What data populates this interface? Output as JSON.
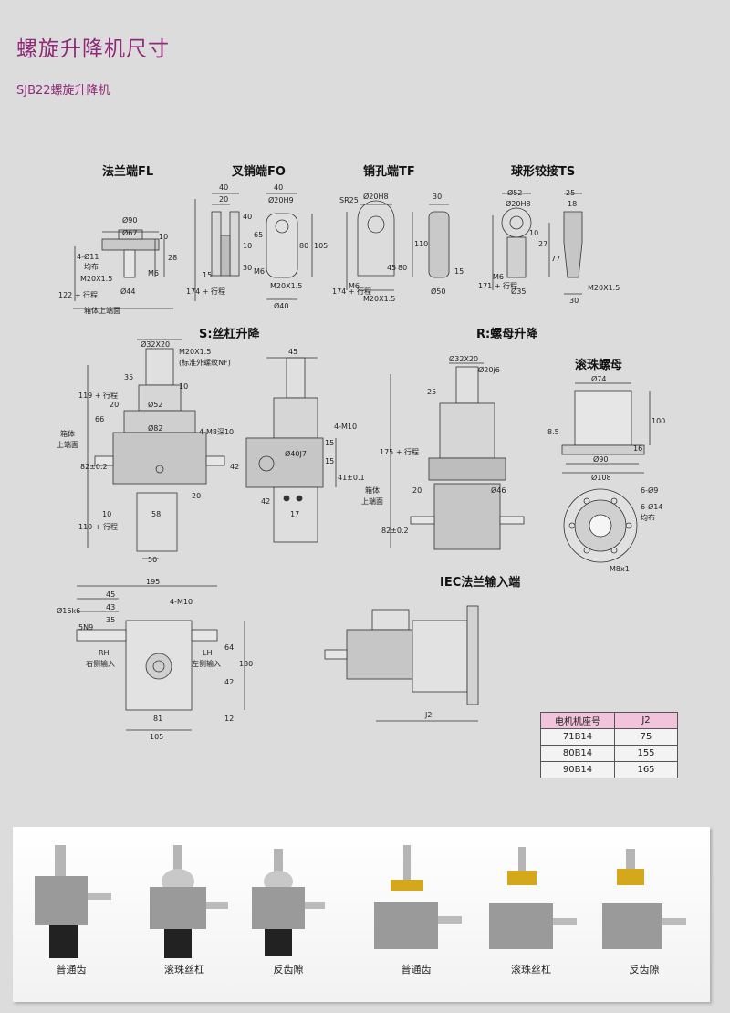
{
  "page": {
    "title": "螺旋升降机尺寸",
    "subtitle": "SJB22螺旋升降机"
  },
  "sections": {
    "fl": "法兰端FL",
    "fo": "叉销端FO",
    "tf": "销孔端TF",
    "ts": "球形铰接TS",
    "s": "S:丝杠升降",
    "r": "R:螺母升降",
    "ballnut": "滚珠螺母",
    "iec": "IEC法兰输入端"
  },
  "labels": {
    "fl": [
      "Ø90",
      "Ø67",
      "4-Ø11",
      "均布",
      "10",
      "28",
      "M20X1.5",
      "M6",
      "Ø44",
      "122 + 行程",
      "箱体上端面"
    ],
    "fo": [
      "40",
      "20",
      "40",
      "65",
      "10",
      "30",
      "M6",
      "15",
      "174 + 行程",
      "Ø20H9",
      "40",
      "80",
      "105",
      "M20X1.5",
      "Ø40"
    ],
    "tf": [
      "SR25",
      "Ø20H8",
      "30",
      "110",
      "45",
      "80",
      "15",
      "174 + 行程",
      "M6",
      "M20X1.5",
      "Ø50"
    ],
    "ts": [
      "Ø52",
      "Ø20H8",
      "25",
      "18",
      "10",
      "27",
      "77",
      "M6",
      "171 + 行程",
      "Ø35",
      "30",
      "M20X1.5"
    ],
    "s": [
      "Ø32X20",
      "M20X1.5",
      "(标准外螺纹NF)",
      "35",
      "10",
      "119 + 行程",
      "20",
      "66",
      "Ø52",
      "Ø82",
      "箱体",
      "上端面",
      "82±0.2",
      "20",
      "10",
      "58",
      "110 + 行程",
      "50",
      "45",
      "4-M8深10",
      "4-M10",
      "15",
      "42",
      "Ø40J7",
      "15",
      "41±0.1",
      "42",
      "17"
    ],
    "r": [
      "Ø32X20",
      "Ø20j6",
      "25",
      "175 + 行程",
      "箱体",
      "上端面",
      "82±0.2",
      "20",
      "Ø46"
    ],
    "ballnut": [
      "Ø74",
      "100",
      "8.5",
      "16",
      "Ø90",
      "Ø108",
      "6-Ø9",
      "6-Ø14",
      "均布",
      "M8x1"
    ],
    "bottom": [
      "195",
      "45",
      "43",
      "35",
      "4-M10",
      "Ø16k6",
      "5N9",
      "RH",
      "右侧输入",
      "LH",
      "左侧输入",
      "64",
      "130",
      "42",
      "81",
      "105",
      "12"
    ],
    "iec": [
      "J2"
    ]
  },
  "motor_table": {
    "headers": [
      "电机机座号",
      "J2"
    ],
    "rows": [
      [
        "71B14",
        "75"
      ],
      [
        "80B14",
        "155"
      ],
      [
        "90B14",
        "165"
      ]
    ]
  },
  "photos": {
    "captions": [
      "普通齿",
      "滚珠丝杠",
      "反齿隙",
      "普通齿",
      "滚珠丝杠",
      "反齿隙"
    ]
  },
  "colors": {
    "title": "#8f2a78",
    "table_header": "#f1c4dc",
    "background": "#dcdcdc"
  }
}
